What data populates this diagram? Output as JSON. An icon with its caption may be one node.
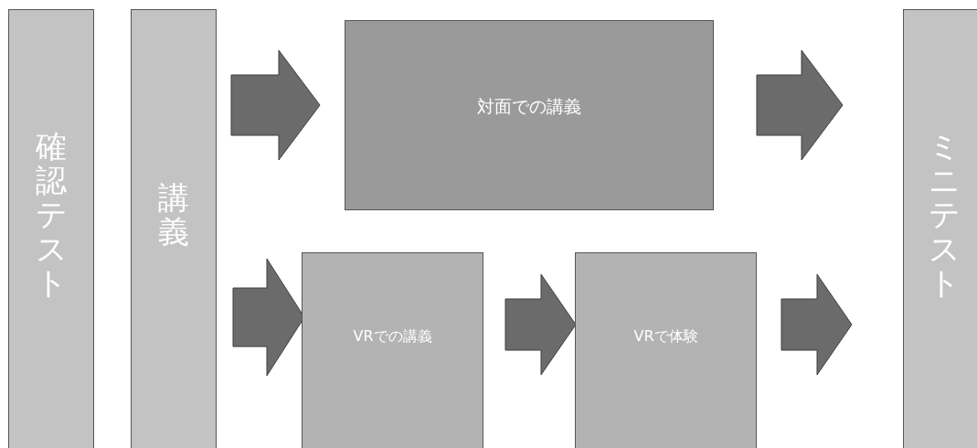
{
  "diagram": {
    "nodes": [
      {
        "text": [
          "確認テスト"
        ]
      },
      {
        "text": [
          "講義"
        ]
      },
      {
        "text": [
          "対面での講義"
        ]
      },
      {
        "text": [
          "VRでの講義"
        ]
      },
      {
        "text": [
          "VRで体験"
        ]
      },
      {
        "text": [
          "ミニテスト"
        ]
      }
    ],
    "edges": [
      {
        "from": 1,
        "to": 2,
        "arrow": "to"
      },
      {
        "from": 2,
        "to": 5,
        "arrow": "to"
      },
      {
        "from": 1,
        "to": 3,
        "arrow": "to"
      },
      {
        "from": 3,
        "to": 4,
        "arrow": "to"
      },
      {
        "from": 4,
        "to": 5,
        "arrow": "to"
      }
    ]
  }
}
